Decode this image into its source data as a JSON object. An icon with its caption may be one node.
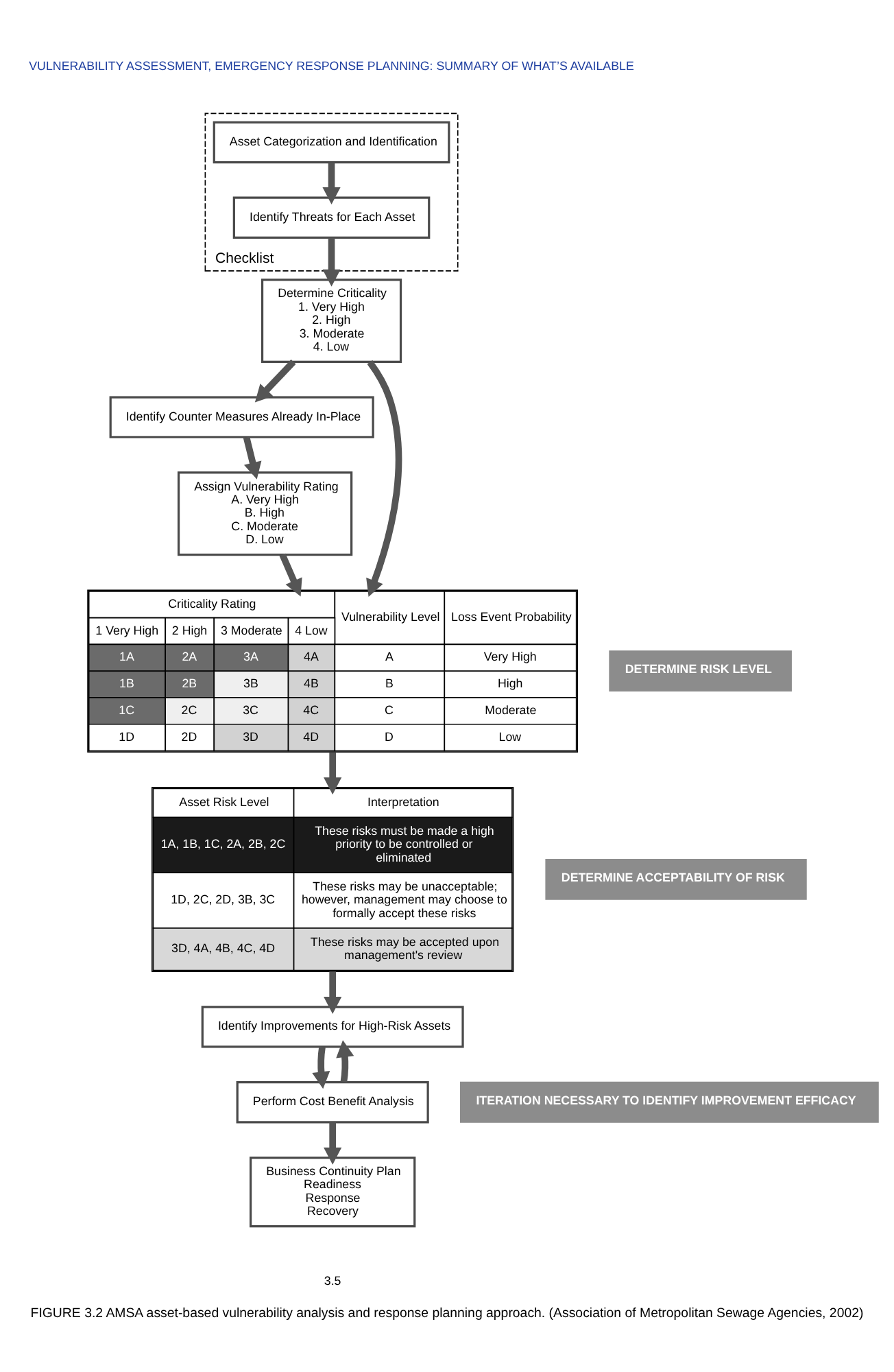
{
  "diagram": {
    "caption": "FIGURE 3.2 AMSA asset-based vulnerability analysis and response planning approach. (Association of Metropolitan Sewage Agencies, 2002)",
    "nodes": [
      {
        "text": [
          "Checklist"
        ]
      },
      {
        "text": [
          "Asset Categorization and Identification"
        ],
        "in": 0
      },
      {
        "text": [
          "Identify Threats for Each Asset"
        ],
        "in": 0
      },
      {
        "text": [
          "Determine Criticality",
          "1. Very High",
          "2. High",
          "3. Moderate",
          "4. Low"
        ]
      },
      {
        "text": [
          "Identify Counter Measures Already In-Place"
        ]
      },
      {
        "text": [
          "Assign Vulnerability Rating",
          "A. Very High",
          "B. High",
          "C. Moderate",
          "D. Low"
        ]
      },
      {
        "text": [
          "Criticality Rating",
          "Vulnerability Level",
          "Loss Event Probability",
          "1 Very High",
          "2 High",
          "3 Moderate",
          "4 Low",
          "1A",
          "2A",
          "3A",
          "4A",
          "A",
          "Very High",
          "1B",
          "2B",
          "3B",
          "4B",
          "B",
          "High",
          "1C",
          "2C",
          "3C",
          "4C",
          "C",
          "Moderate",
          "1D",
          "2D",
          "3D",
          "4D",
          "D",
          "Low"
        ]
      },
      {
        "text": [
          "Asset Risk Level",
          "Interpretation",
          "1A, 1B, 1C, 2A, 2B, 2C",
          "These risks must be made a high priority to be controlled or eliminated",
          "1D, 2C, 2D, 3B, 3C",
          "These risks may be unacceptable; however, management may choose to formally accept these risks",
          "3D, 4A, 4B, 4C, 4D",
          "These risks may be accepted upon management's review"
        ]
      },
      {
        "text": [
          "Identify Improvements for High-Risk Assets"
        ]
      },
      {
        "text": [
          "Perform Cost Benefit Analysis"
        ]
      },
      {
        "text": [
          "Business Continuity Plan",
          "Readiness",
          "Response",
          "Recovery"
        ]
      },
      {
        "text": [
          "DETERMINE RISK LEVEL"
        ]
      },
      {
        "text": [
          "DETERMINE ACCEPTABILITY OF RISK"
        ]
      },
      {
        "text": [
          "ITERATION NECESSARY TO IDENTIFY IMPROVEMENT EFFICACY"
        ]
      }
    ],
    "edges": [
      {
        "from": 1,
        "to": 2,
        "arrow": "to"
      },
      {
        "from": 2,
        "to": 3,
        "arrow": "to"
      },
      {
        "from": 3,
        "to": 4,
        "arrow": "to"
      },
      {
        "from": 4,
        "to": 5,
        "arrow": "to"
      },
      {
        "from": 3,
        "to": 6,
        "arrow": "to"
      },
      {
        "from": 5,
        "to": 6,
        "arrow": "to"
      },
      {
        "from": 6,
        "to": 7,
        "arrow": "to"
      },
      {
        "from": 7,
        "to": 8,
        "arrow": "to"
      },
      {
        "from": 8,
        "to": 9,
        "arrow": "to"
      },
      {
        "from": 9,
        "to": 8,
        "arrow": "to"
      },
      {
        "from": 9,
        "to": 10,
        "arrow": "to"
      }
    ],
    "labels": [
      "VULNERABILITY ASSESSMENT, EMERGENCY RESPONSE PLANNING: SUMMARY OF WHAT’S AVAILABLE",
      "3.5"
    ]
  }
}
